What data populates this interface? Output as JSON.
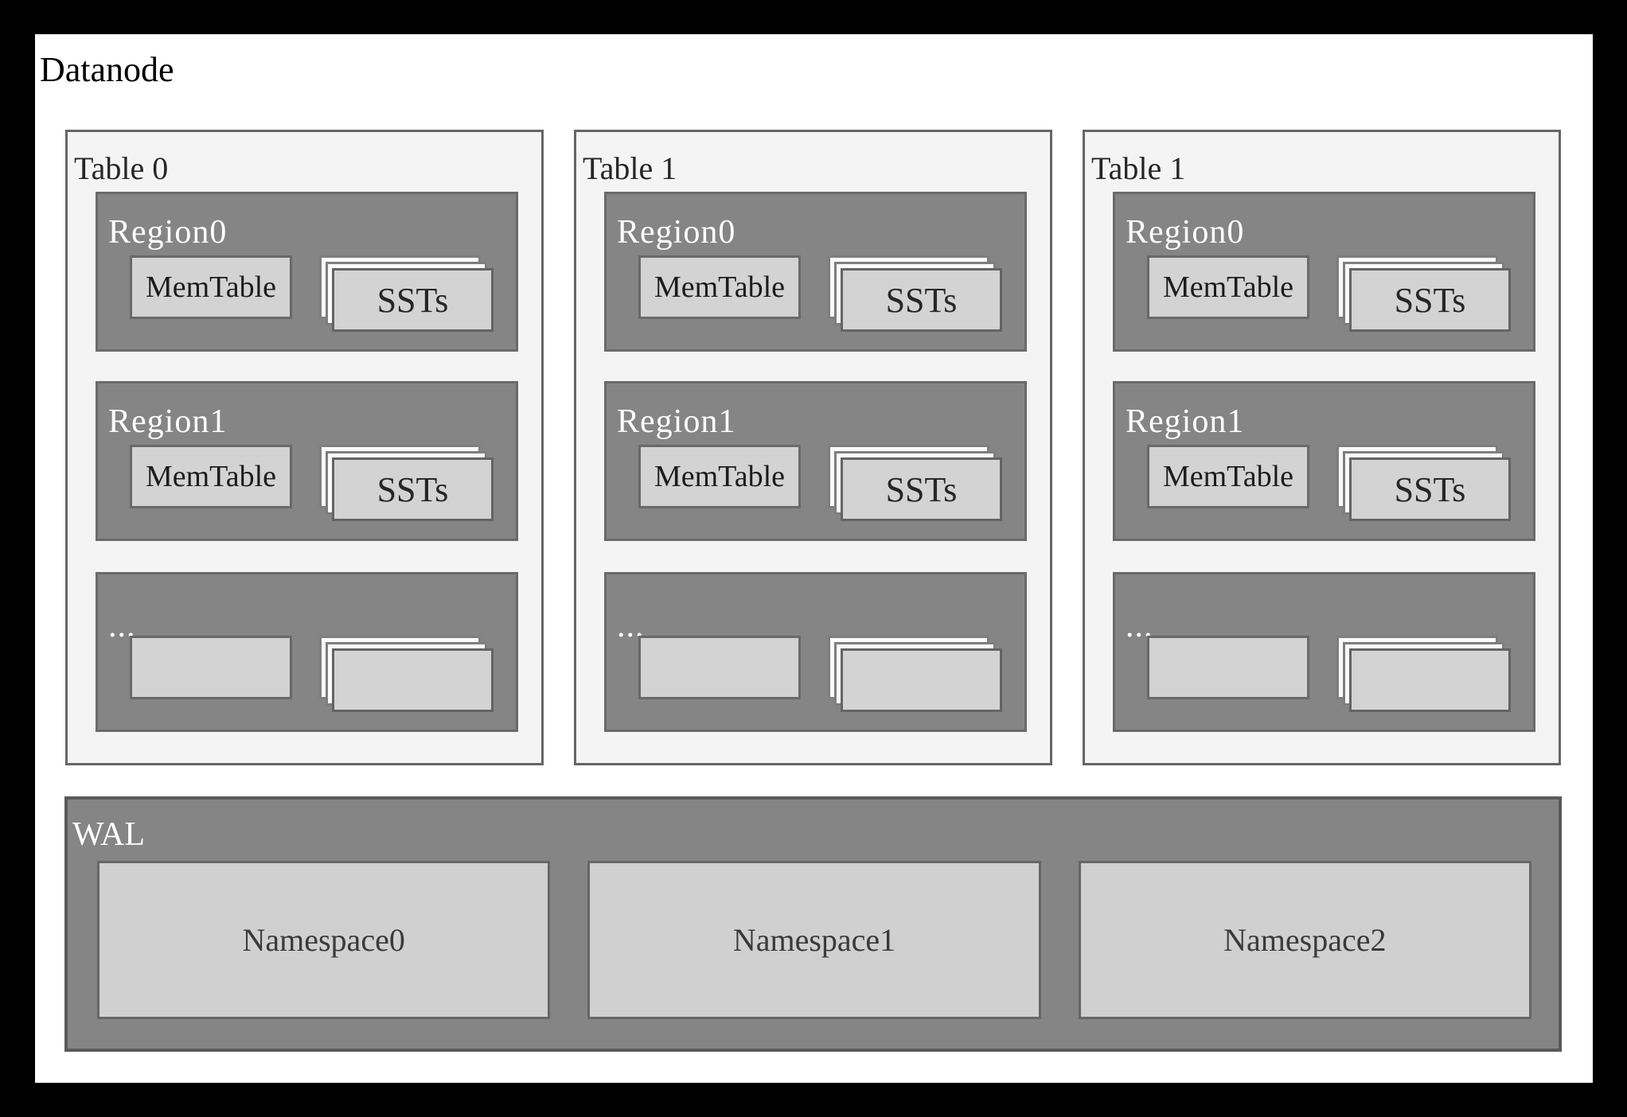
{
  "title": "Datanode",
  "tables": [
    {
      "label": "Table 0",
      "regions": [
        {
          "label": "Region0",
          "memtable": "MemTable",
          "ssts": "SSTs"
        },
        {
          "label": "Region1",
          "memtable": "MemTable",
          "ssts": "SSTs"
        },
        {
          "label": "...",
          "memtable": "",
          "ssts": ""
        }
      ]
    },
    {
      "label": "Table 1",
      "regions": [
        {
          "label": "Region0",
          "memtable": "MemTable",
          "ssts": "SSTs"
        },
        {
          "label": "Region1",
          "memtable": "MemTable",
          "ssts": "SSTs"
        },
        {
          "label": "...",
          "memtable": "",
          "ssts": ""
        }
      ]
    },
    {
      "label": "Table 1",
      "regions": [
        {
          "label": "Region0",
          "memtable": "MemTable",
          "ssts": "SSTs"
        },
        {
          "label": "Region1",
          "memtable": "MemTable",
          "ssts": "SSTs"
        },
        {
          "label": "...",
          "memtable": "",
          "ssts": ""
        }
      ]
    }
  ],
  "wal": {
    "label": "WAL",
    "namespaces": [
      "Namespace0",
      "Namespace1",
      "Namespace2"
    ]
  },
  "colors": {
    "frame": "#000000",
    "panel_background": "#ffffff",
    "table_fill": "#f4f4f4",
    "table_border": "#666666",
    "region_fill": "#858585",
    "region_border": "#6a6a6a",
    "inner_box_fill": "#d3d3d3",
    "inner_box_border": "#696969",
    "sst_back_fill": "#fbfbfb",
    "wal_fill": "#858585",
    "wal_border": "#5a5a5a",
    "light_text": "#ffffff",
    "dark_text": "#262626"
  }
}
